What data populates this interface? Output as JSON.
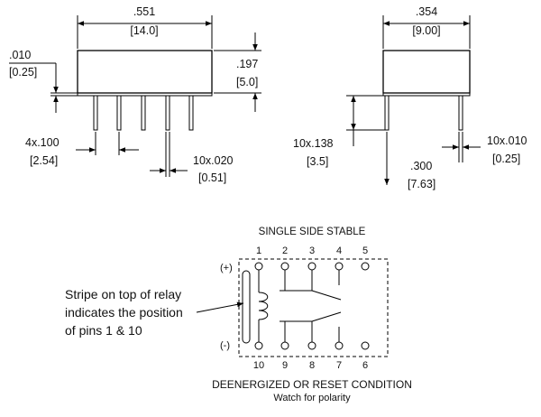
{
  "front_view": {
    "width_in": ".551",
    "width_mm": "[14.0]",
    "pin_thk_in": ".010",
    "pin_thk_mm": "[0.25]",
    "height_in": ".197",
    "height_mm": "[5.0]",
    "pitch_in": "4x.100",
    "pitch_mm": "[2.54]",
    "pin_w_in": "10x.020",
    "pin_w_mm": "[0.51]"
  },
  "side_view": {
    "width_in": ".354",
    "width_mm": "[9.00]",
    "pin_len_in": "10x.138",
    "pin_len_mm": "[3.5]",
    "pin_thk_in": "10x.010",
    "pin_thk_mm": "[0.25]",
    "row_in": ".300",
    "row_mm": "[7.63]"
  },
  "schematic": {
    "title": "SINGLE SIDE STABLE",
    "top_pins": [
      "1",
      "2",
      "3",
      "4",
      "5"
    ],
    "bottom_pins": [
      "10",
      "9",
      "8",
      "7",
      "6"
    ],
    "plus_label": "(+)",
    "minus_label": "(-)",
    "note_lines": [
      "Stripe on top of relay",
      "indicates the position",
      "of pins 1 & 10"
    ],
    "caption": "DEENERGIZED OR RESET CONDITION",
    "subcaption": "Watch for polarity"
  }
}
